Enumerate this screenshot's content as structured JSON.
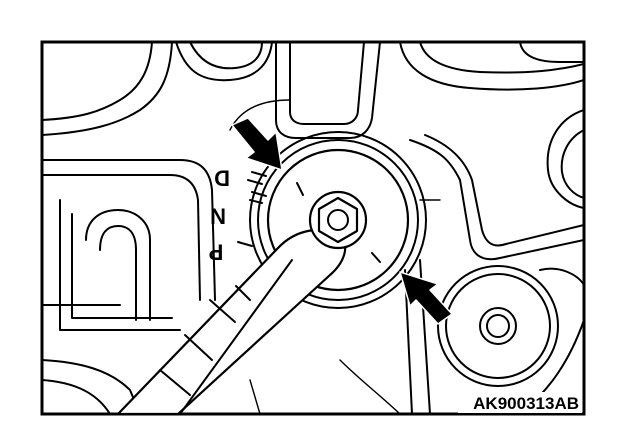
{
  "figure_code": "AK900313AB",
  "positions": [
    {
      "key": "P",
      "label": "P"
    },
    {
      "key": "N",
      "label": "N"
    },
    {
      "key": "D",
      "label": "D"
    }
  ],
  "colors": {
    "ink": "#000000",
    "paper": "#ffffff"
  }
}
